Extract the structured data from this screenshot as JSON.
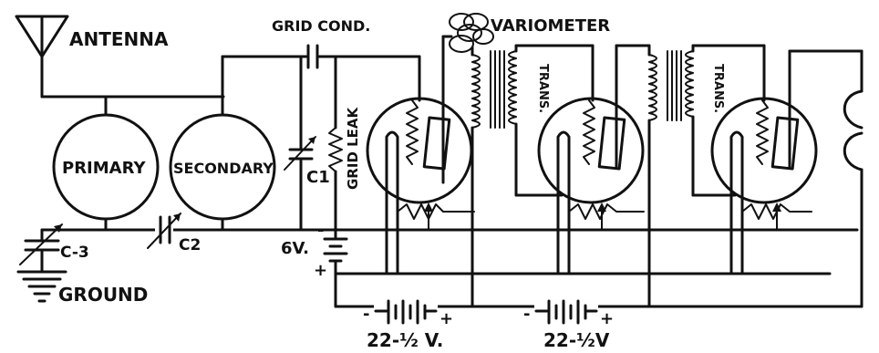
{
  "labels": {
    "antenna": "ANTENNA",
    "grid_cond": "GRID COND.",
    "variometer": "VARIOMETER",
    "grid_leak": "GRID LEAK",
    "trans_1": "TRANS.",
    "trans_2": "TRANS.",
    "primary": "PRIMARY",
    "secondary": "SECONDARY",
    "c1": "C1",
    "c2": "C2",
    "c3": "C-3",
    "ground": "GROUND",
    "a_battery": "6V.",
    "a_minus": "-",
    "a_plus": "+",
    "b1_minus": "-",
    "b1_plus": "+",
    "b1_voltage": "22-½ V.",
    "b2_minus": "-",
    "b2_plus": "+",
    "b2_voltage": "22-½V"
  }
}
